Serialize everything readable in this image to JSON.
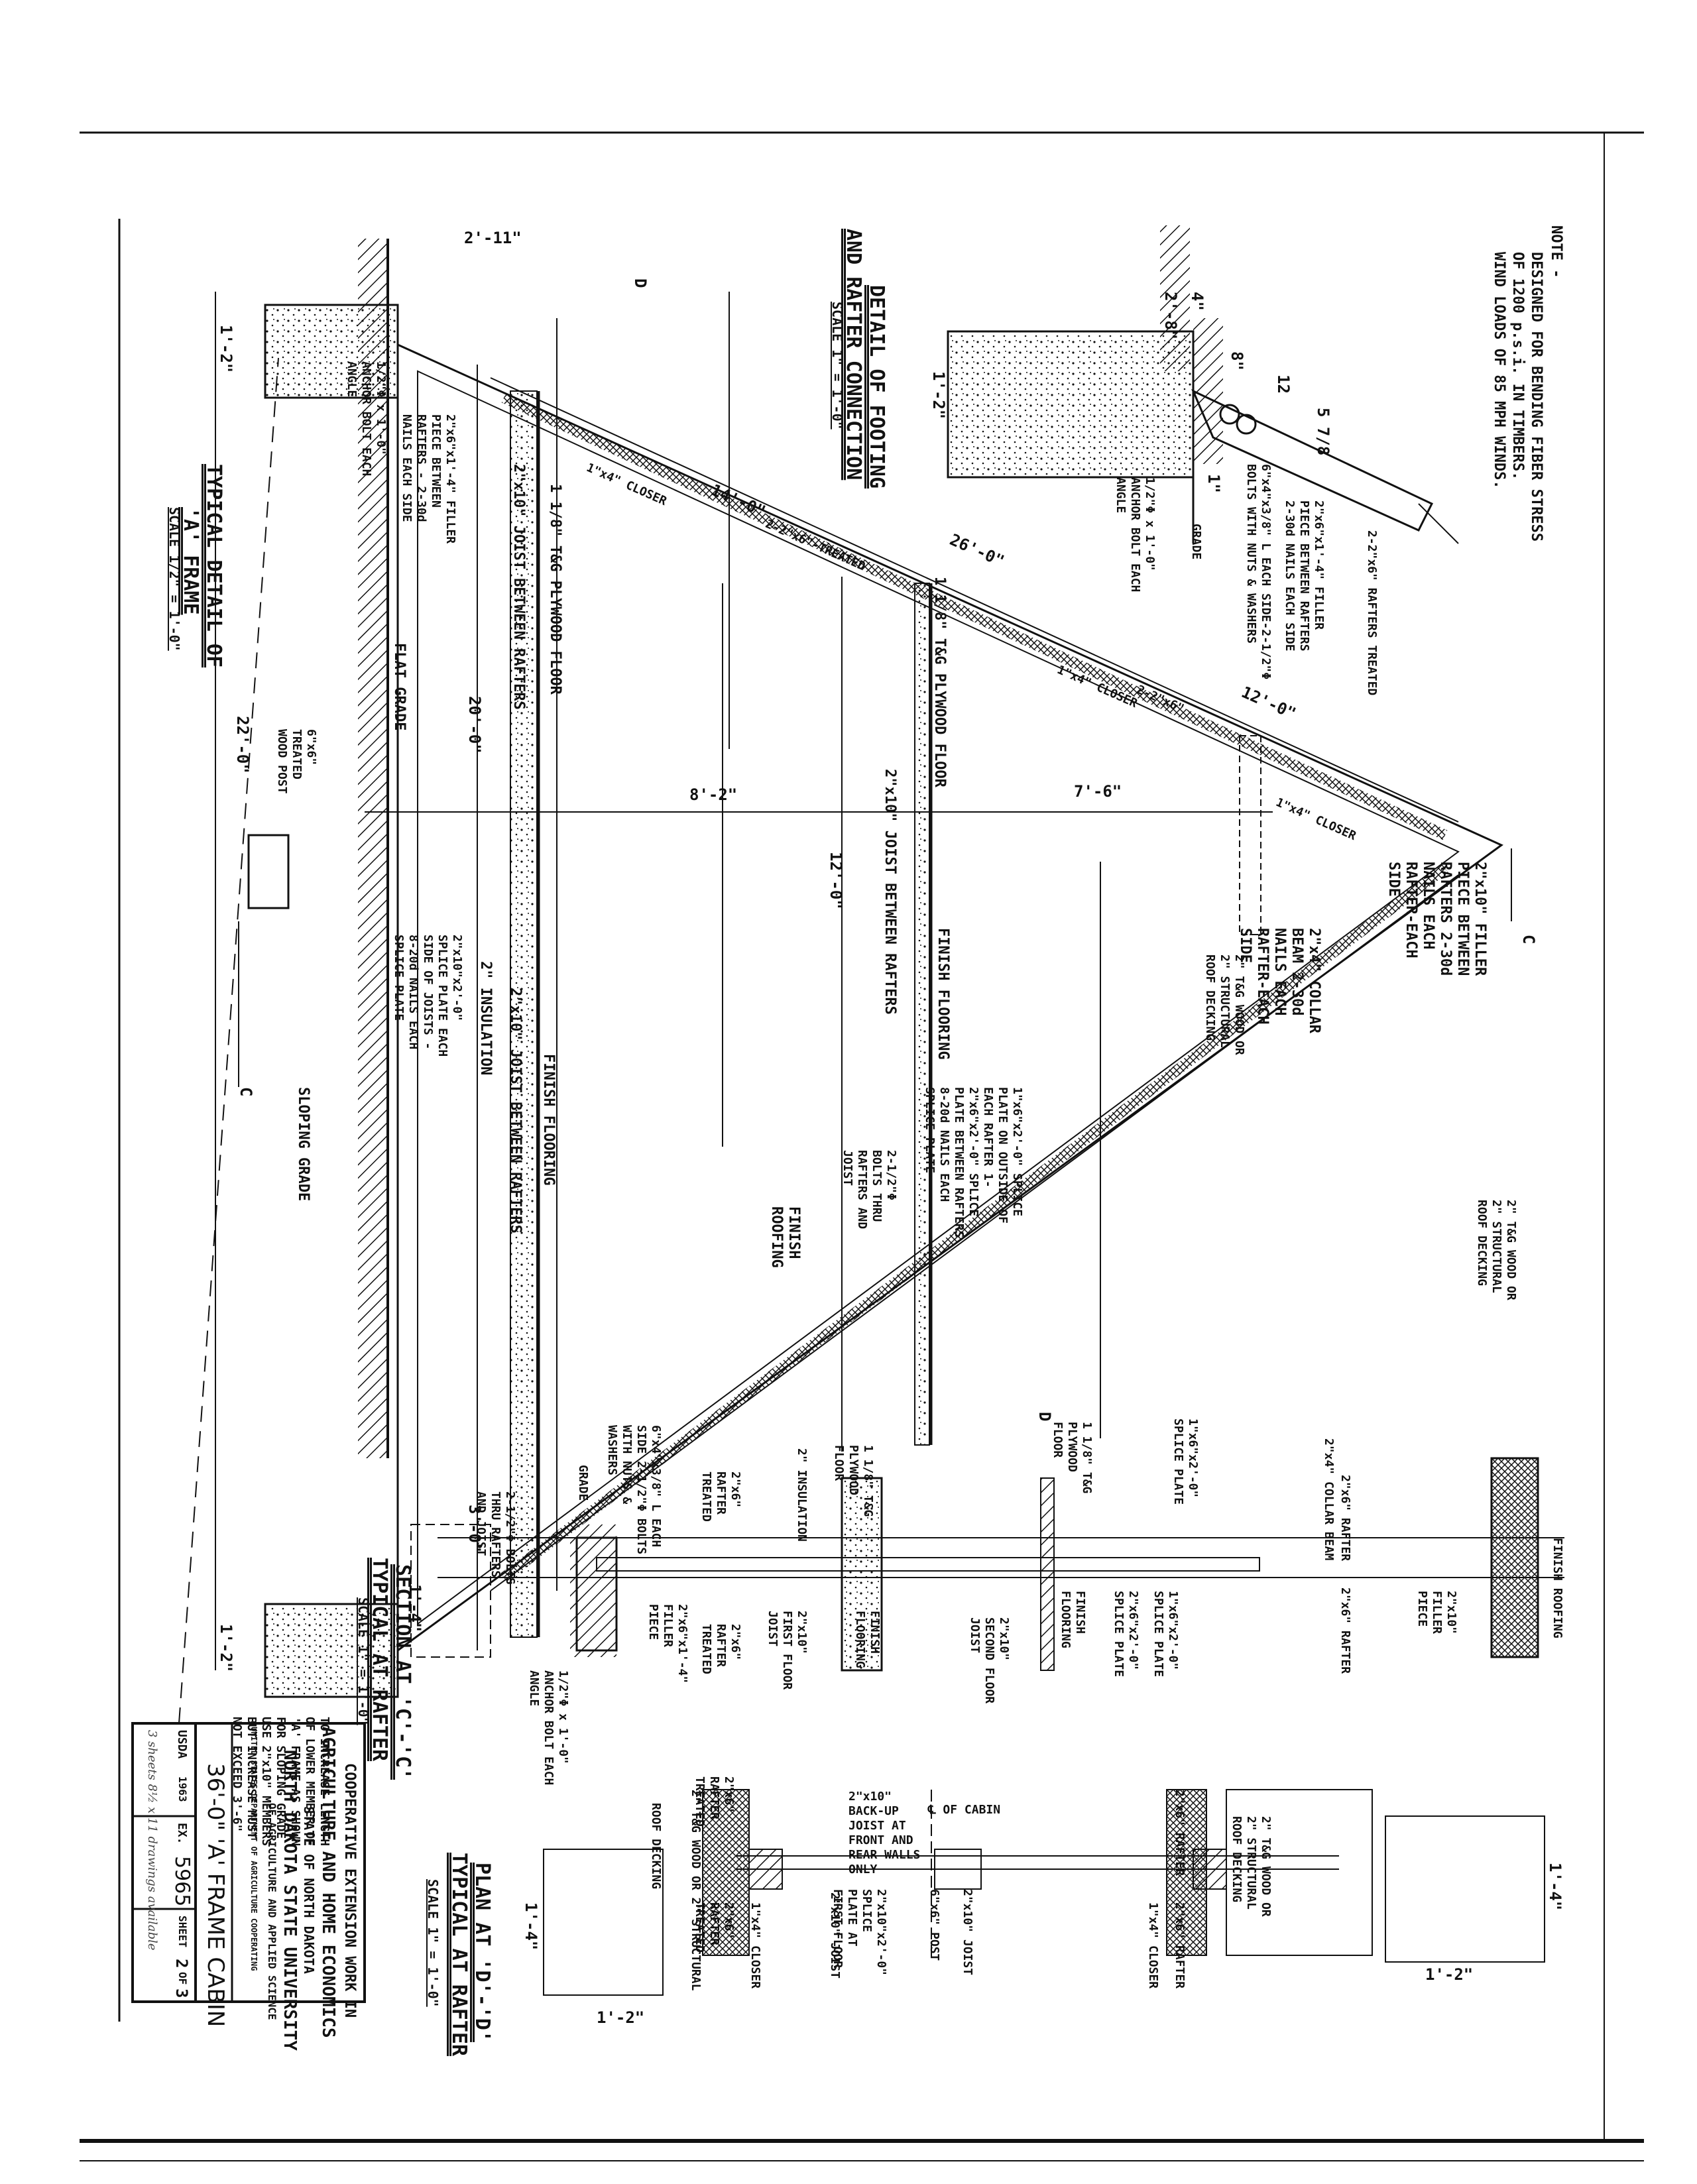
{
  "sheet": {
    "orientation": "rotated-90-clockwise",
    "note": {
      "heading": "NOTE -",
      "lines": [
        "DESIGNED FOR BENDING FIBER STRESS",
        "OF 1200 p.s.i. IN TIMBERS.",
        "WIND LOADS OF 85 MPH WINDS."
      ]
    },
    "title_block": {
      "agency_line1": "COOPERATIVE EXTENSION WORK IN",
      "agency_line2": "AGRICULTURE AND HOME ECONOMICS",
      "state_line": "STATE OF NORTH DAKOTA",
      "university": "NORTH DAKOTA STATE UNIVERSITY",
      "college": "OF AGRICULTURE AND APPLIED SCIENCE",
      "usda_line": "UNITED STATES DEPARTMENT OF AGRICULTURE COOPERATING",
      "drawing_title": "36'-0\" 'A' FRAME CABIN",
      "agency_code": "USDA",
      "year": "1963",
      "ex_label": "EX.",
      "ex_number": "5965",
      "sheet_label": "SHEET",
      "sheet_number": "2",
      "sheet_of": "OF",
      "sheet_total": "3",
      "handwritten": "3 sheets 8½ x 11 drawings available"
    }
  },
  "views": {
    "a_frame": {
      "title": "TYPICAL DETAIL OF",
      "title2": "'A' FRAME",
      "scale": "SCALE 1/2\" = 1'-0\"",
      "dimensions": {
        "overall_base": "22'-0\"",
        "height_lower": "20'-0\"",
        "height_upper": "12'-0\"",
        "rafter_full": "26'-0\"",
        "rafter_lower": "14'-0\"",
        "rafter_upper": "12'-0\"",
        "half_width_1": "8'-2\"",
        "half_width_2": "7'-6\"",
        "footing_offset": "2'-11\"",
        "footing_depth_top": "1'-2\"",
        "footing_depth_bottom": "1'-2\""
      },
      "labels": {
        "anchor_bolt": "1/2\"Φ x 1'-0\" ANCHOR BOLT EACH ANGLE",
        "filler_piece_bottom": "2\"x6\"x1'-4\" FILLER PIECE BETWEEN RAFTERS - 2-30d NAILS EACH SIDE",
        "plywood_floor_1": "1 1/8\" T&G PLYWOOD FLOOR",
        "joist_between_1": "2\"x10\" JOIST BETWEEN RAFTERS",
        "closer_1": "1\"x4\" CLOSER",
        "rafters_treated": "2-2\"x6\"-TREATED",
        "plywood_floor_2": "1 1/8\" T&G PLYWOOD FLOOR",
        "closer_2": "1\"x4\" CLOSER",
        "rafters_pair": "2-2\"x6\"",
        "closer_3": "1\"x4\" CLOSER",
        "joist_between_2": "2\"x10\" JOIST BETWEEN RAFTERS",
        "finish_flooring_1": "FINISH FLOORING",
        "filler_piece_apex": "2\"x10\" FILLER PIECE BETWEEN RAFTERS 2-30d NAILS EACH RAFTER-EACH SIDE",
        "collar_beam": "2\"x4\" COLLAR BEAM 2-30d NAILS EACH RAFTER-EACH SIDE",
        "roof_decking": "2\" T&G WOOD OR 2\" STRUCTURAL ROOF DECKING",
        "splice_plate_rafter": "1\"x6\"x2'-0\" SPLICE PLATE ON OUTSIDE OF EACH RAFTER 1-2\"x6\"x2'-0\" SPLICE PLATE BETWEEN RAFTERS 8-20d NAILS EACH SPLICE PLATE",
        "bolts_thru_1": "2-1/2\"Φ BOLTS THRU RAFTERS AND JOIST",
        "finish_roofing": "FINISH ROOFING",
        "flat_grade": "FLAT GRADE",
        "wood_post": "6\"x6\" TREATED WOOD POST",
        "splice_plate_joist": "2\"x10\"x2'-0\" SPLICE PLATE EACH SIDE OF JOISTS - 8-20d NAILS EACH SPLICE PLATE",
        "insulation": "2\" INSULATION",
        "joist_between_3": "2\"x10\" JOIST BETWEEN RAFTERS",
        "finish_flooring_2": "FINISH FLOORING",
        "sloping_grade": "SLOPING GRADE",
        "bolts_thru_2": "2-1/2\"Φ BOLTS THRU RAFTERS AND JOIST",
        "increase_note": "TO INCREASE LENGTH OF LOWER MEMBER OF 'A' FRAME AS SHOWN FOR SLOPING GRADE USE 2\"x10\" MEMBERS BUT INCREASE MUST NOT EXCEED 3'-6\"",
        "section_mark_c": "C",
        "section_mark_d": "D"
      }
    },
    "footing_detail": {
      "title": "DETAIL OF FOOTING",
      "title2": "AND RAFTER CONNECTION",
      "scale": "SCALE 1\" = 1'-0\"",
      "dimensions": {
        "width": "2'-8\"",
        "offset": "4\"",
        "depth": "1'-2\"",
        "projection": "8\"",
        "slope_run": "12",
        "slope_rise": "5 7/8",
        "gap": "1\""
      },
      "labels": {
        "rafters": "2-2\"x6\" RAFTERS TREATED",
        "filler": "2\"x6\"x1'-4\" FILLER PIECE BETWEEN RAFTERS 2-30d NAILS EACH SIDE",
        "angle": "6\"x4\"x3/8\" L EACH SIDE-2-1/2\"Φ BOLTS WITH NUTS & WASHERS",
        "anchor": "1/2\"Φ x 1'-0\" ANCHOR BOLT EACH ANGLE",
        "grade": "GRADE"
      }
    },
    "section_cc": {
      "title": "SECTION AT 'C'-'C'",
      "title2": "TYPICAL AT RAFTER",
      "scale": "SCALE 1\" = 1'-0\"",
      "dimensions": {
        "footing_w": "3'-0\"",
        "footing_d": "1'-4\""
      },
      "labels": {
        "roof_decking": "2\" T&G WOOD OR 2\" STRUCTURAL ROOF DECKING",
        "finish_roofing": "FINISH ROOFING",
        "filler": "2\"x10\" FILLER PIECE",
        "rafter_a": "2\"x6\" RAFTER",
        "collar": "2\"x4\" COLLAR BEAM",
        "rafter_b": "2\"x6\" RAFTER",
        "splice_1x6_top": "1\"x6\"x2'-0\" SPLICE PLATE",
        "splice_1x6_bottom": "1\"x6\"x2'-0\" SPLICE PLATE",
        "splice_2x6": "2\"x6\"x2'-0\" SPLICE PLATE",
        "plywood_upper": "1 1/8\" T&G PLYWOOD FLOOR",
        "finish_flooring_upper": "FINISH FLOORING",
        "second_joist": "2\"x10\" SECOND FLOOR JOIST",
        "plywood_lower": "1 1/8\" T&G PLYWOOD FLOOR",
        "insulation": "2\" INSULATION",
        "finish_flooring_lower": "FINISH FLOORING",
        "first_joist": "2\"x10\" FIRST FLOOR JOIST",
        "rafter_treated_a": "2\"x6\" RAFTER TREATED",
        "rafter_treated_b": "2\"x6\" RAFTER TREATED",
        "filler_bottom": "2\"x6\"x1'-4\" FILLER PIECE",
        "angle": "6\"x4\"x3/8\" L EACH SIDE 2-1/2\"Φ BOLTS WITH NUTS & WASHERS",
        "grade": "GRADE",
        "anchor": "1/2\"Φ x 1'-0\" ANCHOR BOLT EACH ANGLE"
      }
    },
    "plan_dd": {
      "title": "PLAN AT 'D'-'D'",
      "title2": "TYPICAL AT RAFTER",
      "scale": "SCALE 1\" = 1'-0\"",
      "dimensions": {
        "left_w": "1'-4\"",
        "left_d": "1'-2\"",
        "right_w": "1'-4\"",
        "right_d": "1'-2\""
      },
      "labels": {
        "roof_decking_left": "ROOF DECKING",
        "decking_left": "2\" T&G WOOD OR 2\" STRUCTURAL",
        "rafter_treated_a": "2\"x6\" RAFTER TREATED",
        "rafter_treated_b": "2\"x6\" RAFTER TREATED",
        "closer_left": "1\"x4\" CLOSER",
        "backup_joist": "2\"x10\" BACK-UP JOIST AT FRONT AND REAR WALLS ONLY",
        "joist_a": "2\"x10\" JOIST",
        "splice_plate": "2\"x10\"x2'-0\" SPLICE PLATE AT FIRST FLOOR",
        "centerline": "℄ OF CABIN",
        "post": "6\"x6\" POST",
        "joist_b": "2\"x10\" JOIST",
        "rafter_right_a": "2\"x6\" RAFTER",
        "rafter_right_b": "2\"x6\" RAFTER",
        "closer_right": "1\"x4\" CLOSER",
        "decking_right": "2\" T&G WOOD OR 2\" STRUCTURAL ROOF DECKING"
      }
    }
  }
}
